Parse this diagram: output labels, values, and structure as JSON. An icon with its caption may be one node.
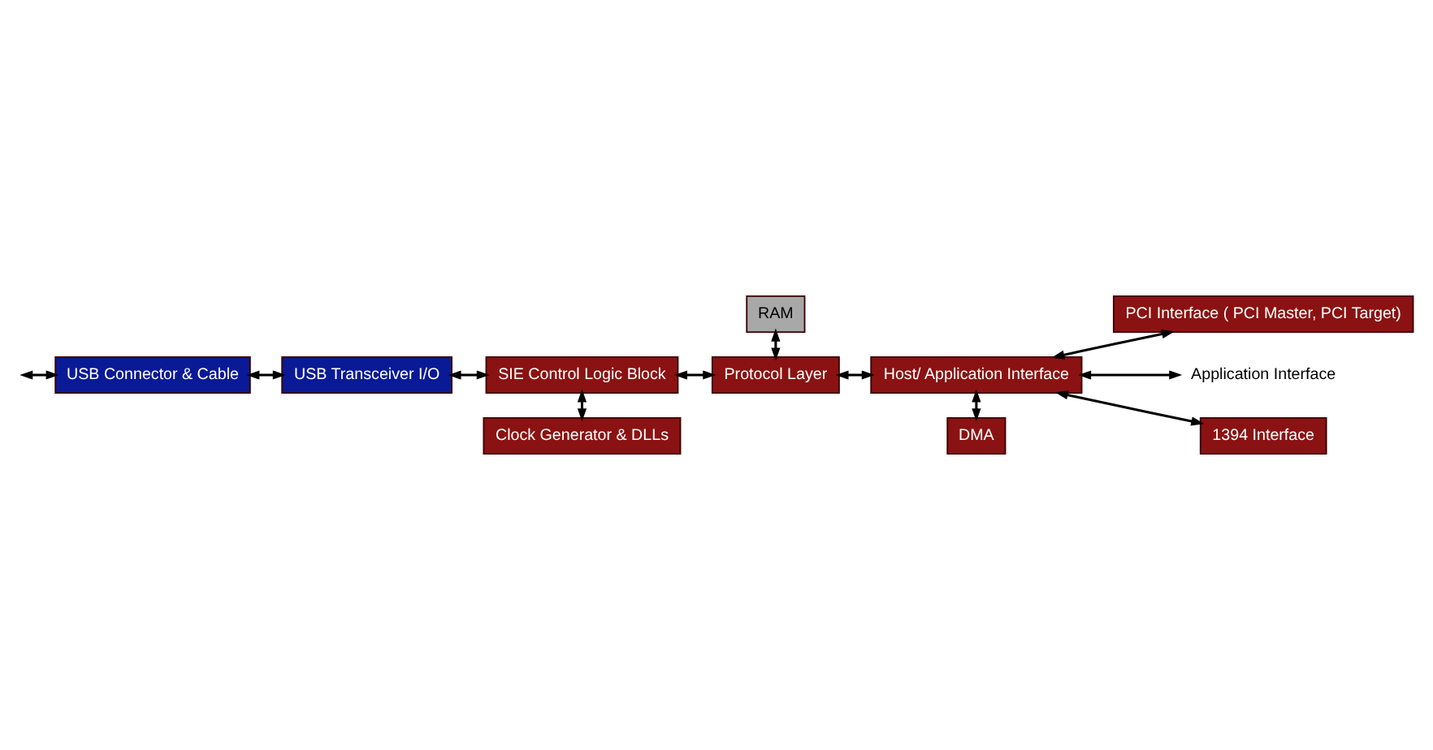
{
  "diagram": {
    "nodes": [
      {
        "text": [
          "USB Connector & Cable"
        ]
      },
      {
        "text": [
          "USB Transceiver I/O"
        ]
      },
      {
        "text": [
          "SIE Control Logic Block"
        ]
      },
      {
        "text": [
          "Clock Generator & DLLs"
        ]
      },
      {
        "text": [
          "RAM"
        ]
      },
      {
        "text": [
          "Protocol Layer"
        ]
      },
      {
        "text": [
          "Host/ Application Interface"
        ]
      },
      {
        "text": [
          "PCI Interface ( PCI Master, PCI Target)"
        ]
      },
      {
        "text": [
          "Application Interface"
        ]
      },
      {
        "text": [
          "1394 Interface"
        ]
      },
      {
        "text": [
          "DMA"
        ]
      }
    ],
    "edges": [
      {
        "from": null,
        "to": 0,
        "arrow": "both"
      },
      {
        "from": 0,
        "to": 1,
        "arrow": "both"
      },
      {
        "from": 1,
        "to": 2,
        "arrow": "both"
      },
      {
        "from": 2,
        "to": 5,
        "arrow": "both"
      },
      {
        "from": 2,
        "to": 3,
        "arrow": "both"
      },
      {
        "from": 4,
        "to": 5,
        "arrow": "both"
      },
      {
        "from": 5,
        "to": 6,
        "arrow": "both"
      },
      {
        "from": 6,
        "to": 7,
        "arrow": "both"
      },
      {
        "from": 6,
        "to": 8,
        "arrow": "both"
      },
      {
        "from": 6,
        "to": 9,
        "arrow": "both"
      },
      {
        "from": 6,
        "to": 10,
        "arrow": "both"
      }
    ]
  }
}
